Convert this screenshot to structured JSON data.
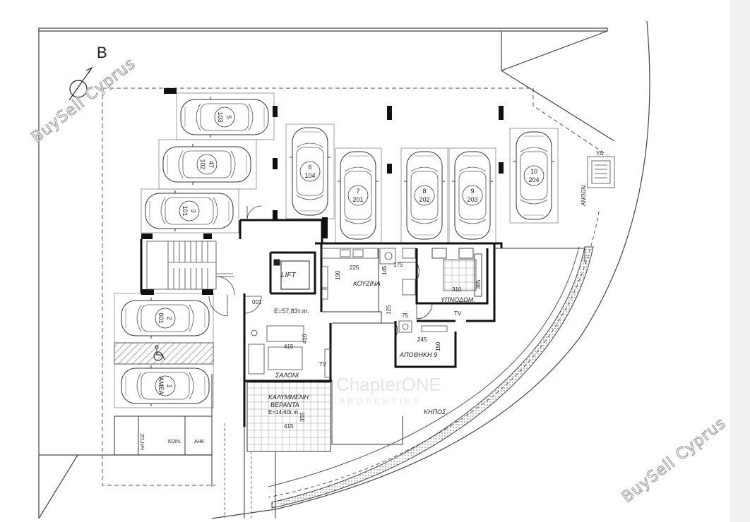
{
  "compass": {
    "letter": "B"
  },
  "watermark": {
    "text": "BuySell Cyprus"
  },
  "company_mark": {
    "line1": "ChapterONE",
    "line2": "PROPERTIES"
  },
  "parking": [
    {
      "no": "5",
      "unit": "103"
    },
    {
      "no": "47",
      "unit": "102"
    },
    {
      "no": "3",
      "unit": "101"
    },
    {
      "no": "6",
      "unit": "104"
    },
    {
      "no": "7",
      "unit": "201"
    },
    {
      "no": "8",
      "unit": "202"
    },
    {
      "no": "9",
      "unit": "203"
    },
    {
      "no": "10",
      "unit": "204"
    },
    {
      "no": "2",
      "unit": "001"
    },
    {
      "no": "1",
      "unit": "ΑΜΕΑ"
    }
  ],
  "rooms": {
    "lift": "LIFT",
    "kitchen": "ΚΟΥΖΙΝΑ",
    "bedroom": "ΥΠΝΟΔΩΜ.",
    "storage": "ΑΠΟΘΗΚΗ 9",
    "living": "ΣΑΛΟΝΙ",
    "veranda_1": "ΚΑΛΥΜΜΕΝΗ",
    "veranda_2": "ΒΕΡΑΝΤΑ",
    "garden": "ΚΗΠΟΣ",
    "apartment_no": "001",
    "area_main": "E=57,83τ.m.",
    "area_veranda": "E=14,60τ.m.",
    "bins": "ΑΝΘΩΝ.",
    "water": "ΥΔ.",
    "common_1": "ΗΛΓΟΣ",
    "common_2": "ΚΟΙΝ.",
    "common_3": "ΑΗΚ"
  },
  "dimensions": {
    "kitchen_w": "225",
    "kitchen_d": "190",
    "bath_a": "175",
    "bath_b": "145",
    "bed_w": "310",
    "bed_d": "365",
    "hall": "125",
    "store_a": "75",
    "store_w": "245",
    "store_d": "150",
    "living_w": "415",
    "living_d": "410",
    "veranda_w": "415",
    "veranda_d": "355"
  },
  "appliance": {
    "tv1": "TV",
    "tv2": "TV"
  }
}
